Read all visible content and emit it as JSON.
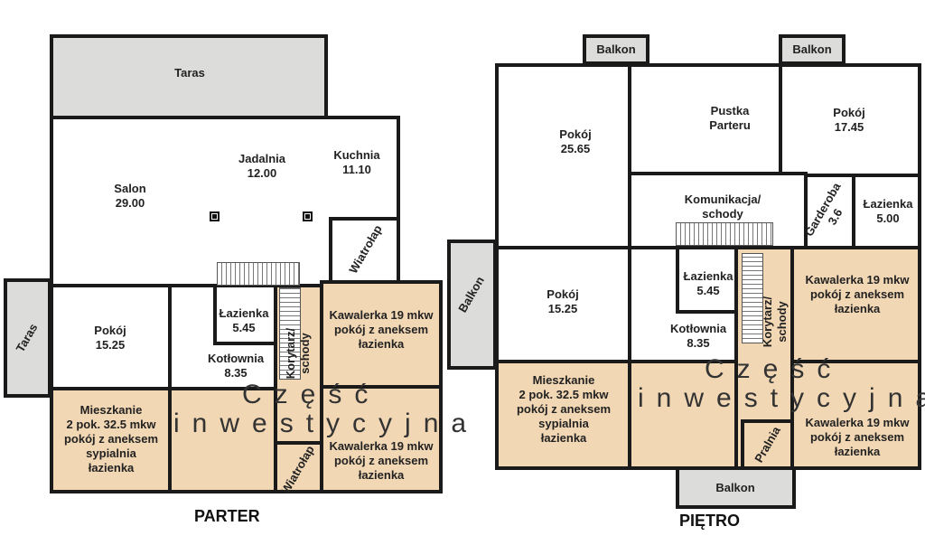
{
  "parter": {
    "title": "PARTER",
    "rooms": {
      "taras_top": "Taras",
      "taras_left": "Taras",
      "salon": "Salon\n29.00",
      "jadalnia": "Jadalnia\n12.00",
      "kuchnia": "Kuchnia\n11.10",
      "wiatrolap_top": "Wiatrołap",
      "pokoj": "Pokój\n15.25",
      "lazienka": "Łazienka\n5.45",
      "kotlownia": "Kotłownia\n8.35",
      "korytarz": "Korytarz/\nschody",
      "kawalerka_top": "Kawalerka 19 mkw\npokój z aneksem\nłazienka",
      "kawalerka_bottom": "Kawalerka 19 mkw\npokój z aneksem\nłazienka",
      "mieszkanie": "Mieszkanie\n2 pok. 32.5 mkw\npokój z aneksem\nsypialnia\nłazienka",
      "wiatrolap_bottom": "Wiatrołap"
    },
    "overlay_line1": "Część",
    "overlay_line2": "inwestycyjna"
  },
  "pietro": {
    "title": "PIĘTRO",
    "rooms": {
      "balkon_top_left": "Balkon",
      "balkon_top_right": "Balkon",
      "balkon_left": "Balkon",
      "balkon_bottom": "Balkon",
      "pokoj_large": "Pokój\n25.65",
      "pustka": "Pustka\nParteru",
      "pokoj_right": "Pokój\n17.45",
      "komunikacja": "Komunikacja/\nschody",
      "garderoba": "Garderoba\n3.6",
      "lazienka_right": "Łazienka\n5.00",
      "pokoj": "Pokój\n15.25",
      "lazienka": "Łazienka\n5.45",
      "kotlownia": "Kotłownia\n8.35",
      "korytarz": "Korytarz/\nschody",
      "kawalerka_top": "Kawalerka 19 mkw\npokój z aneksem\nłazienka",
      "kawalerka_bottom": "Kawalerka 19 mkw\npokój z aneksem\nłazienka",
      "mieszkanie": "Mieszkanie\n2 pok. 32.5 mkw\npokój z aneksem\nsypialnia\nłazienka",
      "pralnia": "Pralnia"
    },
    "overlay_line1": "Część",
    "overlay_line2": "inwestycyjna"
  }
}
